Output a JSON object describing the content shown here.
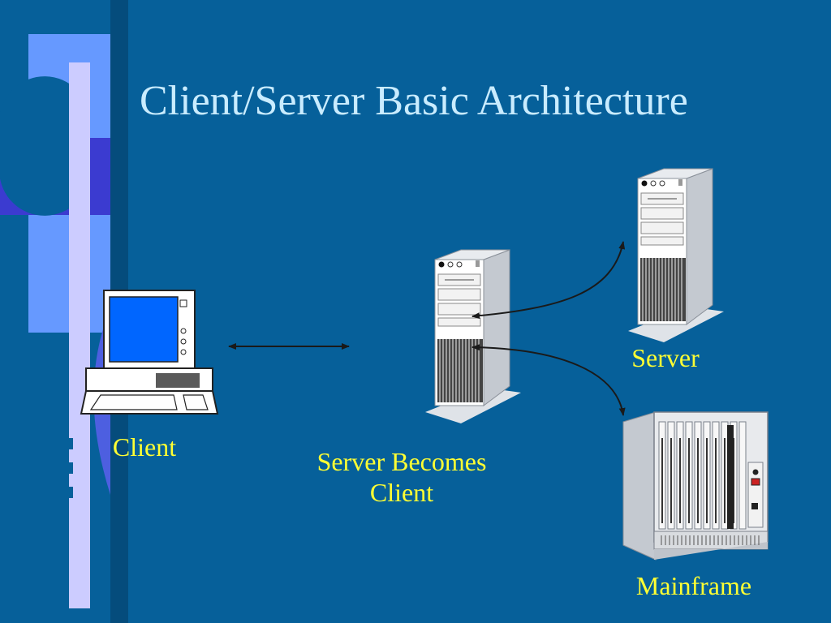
{
  "title": "Client/Server Basic Architecture",
  "labels": {
    "client": "Client",
    "server_becomes_client_line1": "Server Becomes",
    "server_becomes_client_line2": "Client",
    "server": "Server",
    "mainframe": "Mainframe"
  },
  "colors": {
    "background": "#06609a",
    "title": "#c9ecff",
    "label": "#ffff33",
    "decor_light": "#6699ff",
    "decor_dark": "#3333cc",
    "decor_strip": "#ccccff",
    "monitor_screen": "#0066ff"
  },
  "icons": [
    "client-computer-icon",
    "server-tower-icon",
    "mainframe-icon"
  ]
}
